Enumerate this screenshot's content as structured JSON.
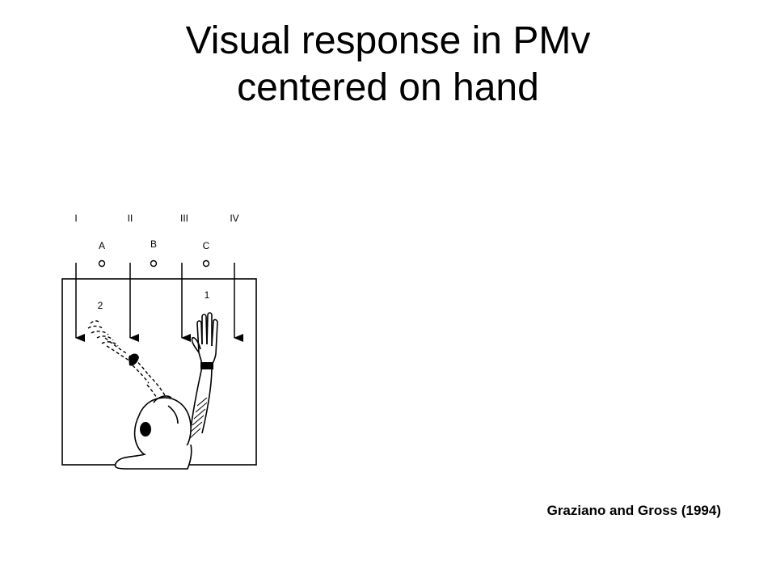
{
  "slide": {
    "title_line1": "Visual response in PMv",
    "title_line2": "centered on hand",
    "citation": "Graziano and Gross (1994)"
  },
  "figure": {
    "trajectory_labels": [
      "I",
      "II",
      "III",
      "IV"
    ],
    "position_labels": [
      "A",
      "B",
      "C"
    ],
    "hand_labels": [
      "2",
      "1"
    ]
  },
  "colors": {
    "background": "#ffffff",
    "ink": "#000000"
  }
}
